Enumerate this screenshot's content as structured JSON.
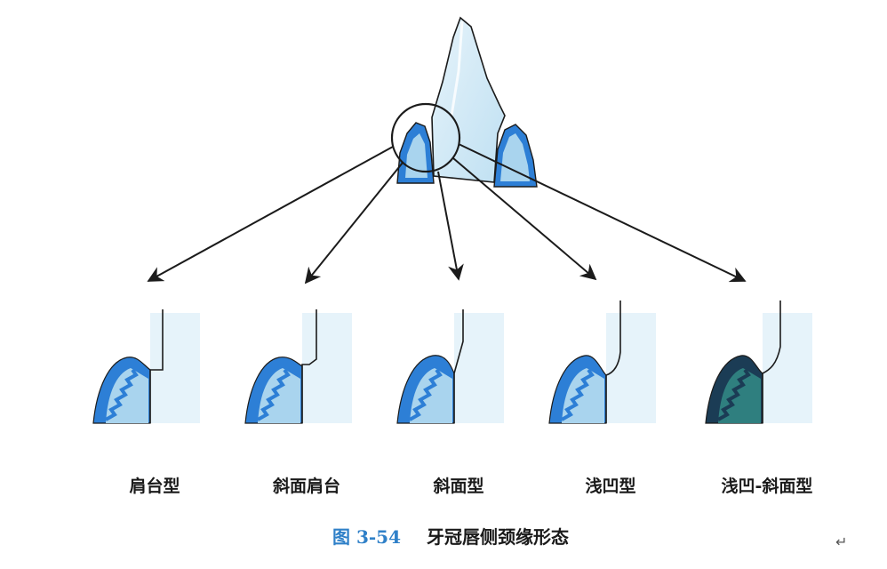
{
  "colors": {
    "enamel_blue": "#2d7fd6",
    "enamel_light": "#a9d4ee",
    "crown_fill": "#cfe8f5",
    "crown_pale": "#e6f3fa",
    "outline": "#1b1b1b",
    "caption_blue": "#2f80c8",
    "dark_enamel": "#1b3c55",
    "dark_teal": "#2f7f7f"
  },
  "margin_types": [
    {
      "label": "肩台型",
      "variant": "shoulder"
    },
    {
      "label": "斜面肩台",
      "variant": "bevel-shoulder"
    },
    {
      "label": "斜面型",
      "variant": "bevel"
    },
    {
      "label": "浅凹型",
      "variant": "chamfer"
    },
    {
      "label": "浅凹-斜面型",
      "variant": "chamfer-bevel"
    }
  ],
  "caption": {
    "number": "图 3-54",
    "title": "牙冠唇侧颈缘形态"
  },
  "return_mark": "↵"
}
